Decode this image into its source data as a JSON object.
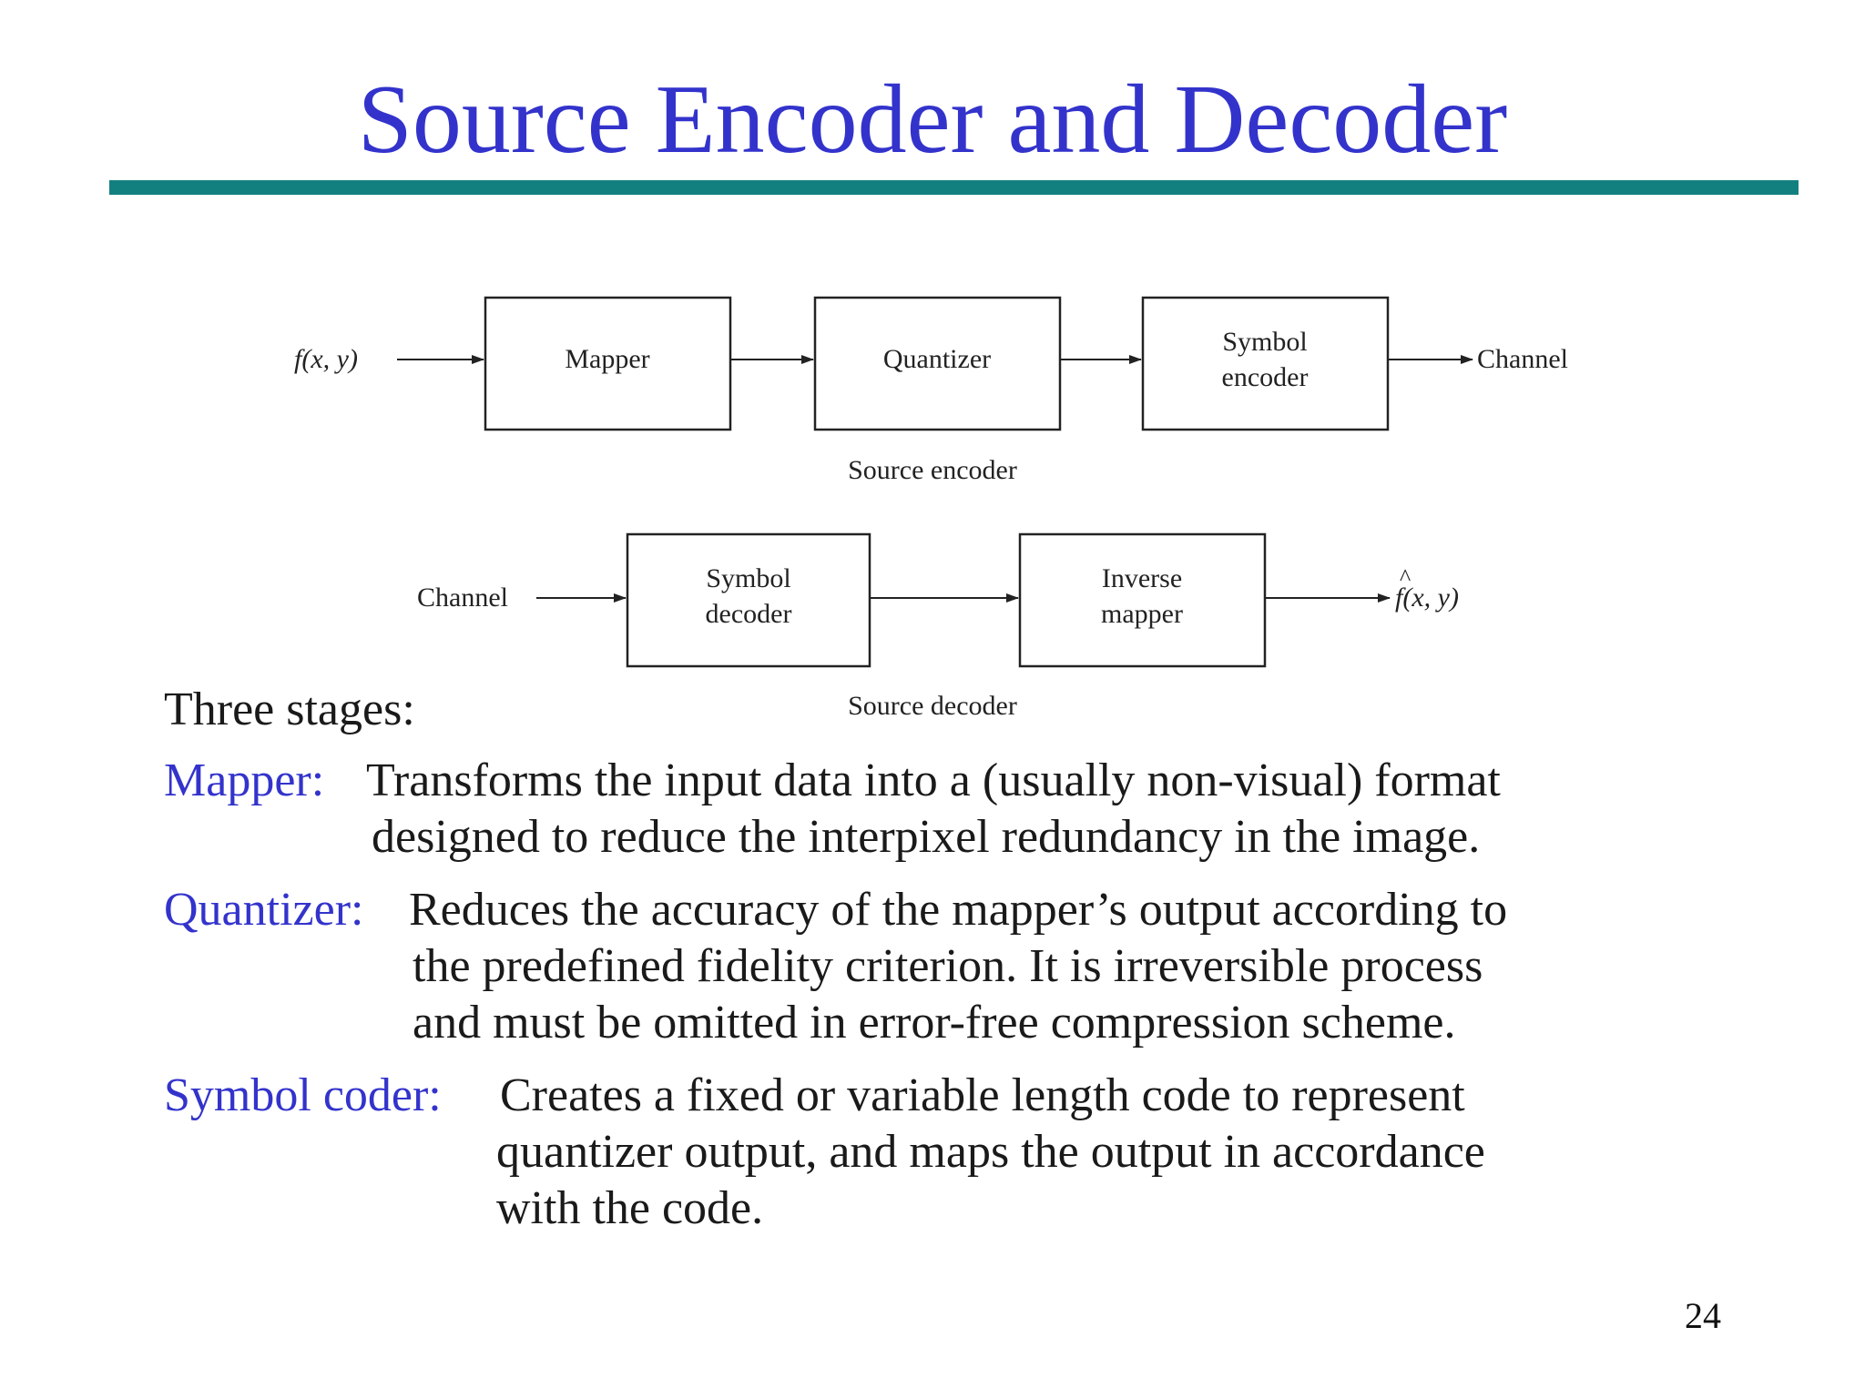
{
  "slide": {
    "title": "Source Encoder and Decoder",
    "page_number": "24"
  },
  "diagram": {
    "encoder": {
      "input": "f(x, y)",
      "blocks": [
        "Mapper",
        "Quantizer",
        "Symbol",
        "encoder"
      ],
      "output": "Channel",
      "caption": "Source encoder"
    },
    "decoder": {
      "input": "Channel",
      "blocks": [
        "Symbol",
        "decoder",
        "Inverse",
        "mapper"
      ],
      "output": "f(x, y)",
      "caption": "Source decoder"
    }
  },
  "content": {
    "intro": "Three stages:",
    "stages": [
      {
        "term": "Mapper:",
        "lines": [
          "Transforms the input data into a (usually non-visual) format",
          "designed to reduce the interpixel redundancy in the image."
        ]
      },
      {
        "term": "Quantizer:",
        "lines": [
          "Reduces the accuracy of the mapper’s output according to",
          "the predefined fidelity criterion. It is irreversible process",
          "and must be omitted in error-free compression scheme."
        ]
      },
      {
        "term": "Symbol coder:",
        "lines": [
          "Creates a fixed or variable length code to represent",
          "quantizer output, and maps the output in accordance",
          "with the code."
        ]
      }
    ]
  }
}
